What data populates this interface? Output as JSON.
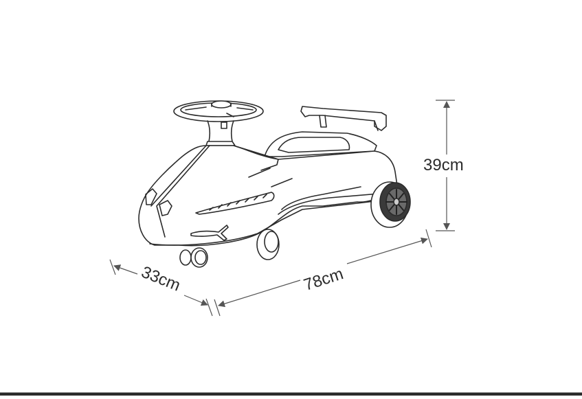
{
  "diagram": {
    "subject": "Swing car (ride-on toy) line drawing",
    "colors": {
      "background": "#ffffff",
      "line": "#2b2b2b",
      "dimension": "#555555",
      "bottom_bar": "#2a2a2a"
    },
    "dimensions": {
      "height": {
        "label": "39cm",
        "value": 39,
        "unit": "cm"
      },
      "length": {
        "label": "78cm",
        "value": 78,
        "unit": "cm"
      },
      "width": {
        "label": "33cm",
        "value": 33,
        "unit": "cm"
      }
    }
  }
}
